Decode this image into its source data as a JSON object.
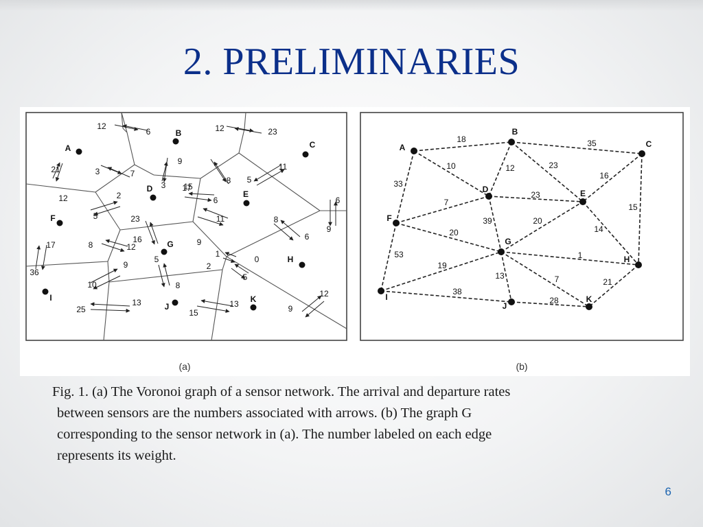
{
  "slide": {
    "title": "2. PRELIMINARIES",
    "page_number": "6"
  },
  "caption_lines": [
    "Fig. 1. (a) The Voronoi graph of a sensor network. The arrival and departure rates",
    "between sensors are the numbers associated with arrows. (b) The graph G",
    "corresponding to the sensor network in (a). The number labeled on each edge",
    "represents its weight."
  ],
  "panels": {
    "a_label": "(a)",
    "b_label": "(b)"
  },
  "voronoi": {
    "sensors": [
      "A",
      "B",
      "C",
      "D",
      "E",
      "F",
      "G",
      "H",
      "I",
      "J",
      "K"
    ],
    "rate_labels": [
      "12",
      "6",
      "12",
      "23",
      "21",
      "12",
      "3",
      "7",
      "9",
      "3",
      "15",
      "8",
      "11",
      "5",
      "17",
      "6",
      "2",
      "5",
      "6",
      "9",
      "17",
      "36",
      "23",
      "16",
      "11",
      "9",
      "8",
      "6",
      "8",
      "12",
      "1",
      "0",
      "5",
      "9",
      "10",
      "2",
      "5",
      "8",
      "13",
      "25",
      "13",
      "15",
      "12",
      "9"
    ]
  },
  "graph_g": {
    "nodes": [
      "A",
      "B",
      "C",
      "D",
      "E",
      "F",
      "G",
      "H",
      "I",
      "J",
      "K"
    ],
    "edges": [
      {
        "from": "A",
        "to": "B",
        "weight": "18"
      },
      {
        "from": "B",
        "to": "C",
        "weight": "35"
      },
      {
        "from": "A",
        "to": "D",
        "weight": "10"
      },
      {
        "from": "B",
        "to": "D",
        "weight": "12"
      },
      {
        "from": "B",
        "to": "E",
        "weight": "23"
      },
      {
        "from": "C",
        "to": "E",
        "weight": "16"
      },
      {
        "from": "C",
        "to": "H",
        "weight": "15"
      },
      {
        "from": "A",
        "to": "F",
        "weight": "33"
      },
      {
        "from": "D",
        "to": "E",
        "weight": "23"
      },
      {
        "from": "F",
        "to": "D",
        "weight": "7"
      },
      {
        "from": "D",
        "to": "G",
        "weight": "39"
      },
      {
        "from": "G",
        "to": "E",
        "weight": "20"
      },
      {
        "from": "E",
        "to": "H",
        "weight": "14"
      },
      {
        "from": "F",
        "to": "G",
        "weight": "20"
      },
      {
        "from": "G",
        "to": "H",
        "weight": "1"
      },
      {
        "from": "F",
        "to": "I",
        "weight": "53"
      },
      {
        "from": "I",
        "to": "G",
        "weight": "19"
      },
      {
        "from": "G",
        "to": "J",
        "weight": "13"
      },
      {
        "from": "G",
        "to": "K",
        "weight": "7"
      },
      {
        "from": "H",
        "to": "K",
        "weight": "21"
      },
      {
        "from": "I",
        "to": "J",
        "weight": "38"
      },
      {
        "from": "J",
        "to": "K",
        "weight": "28"
      }
    ]
  }
}
